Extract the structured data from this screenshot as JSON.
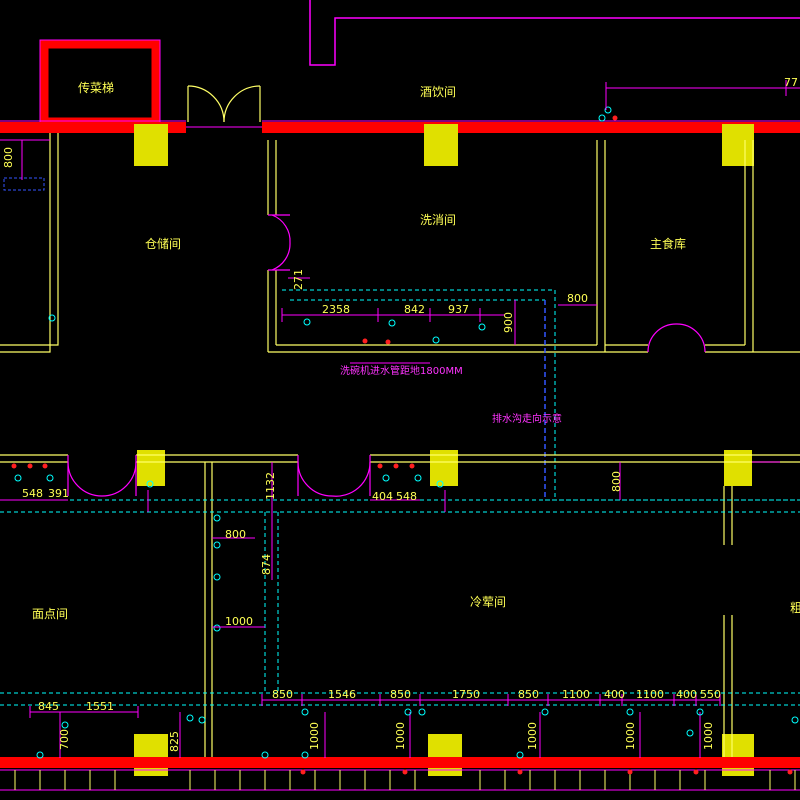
{
  "colors": {
    "background": "#000000",
    "wall": "#ff0000",
    "wall_outline": "#ff00ff",
    "column": "#e0e000",
    "partition": "#ffff66",
    "dimension": "#ff00ff",
    "pipe": "#00ffff",
    "pipe_blue": "#3355ff",
    "fixture_red": "#ff2020",
    "fixture_cyan": "#00ffff",
    "text": "#ffff55"
  },
  "rooms": {
    "chuancaichu": "传菜梯",
    "cangkujian": "仓储间",
    "jiuyinjian": "酒饮间",
    "xishoujian": "洗消间",
    "zhushiku": "主食库",
    "mianjian": "面点间",
    "xuanjian": "冷荤间",
    "right_edge": "粗"
  },
  "dimensions": {
    "d800_left": "800",
    "d2358": "2358",
    "d842": "842",
    "d937": "937",
    "d900_mid": "900",
    "d800_top_right": "800",
    "d271": "271",
    "d77": "77",
    "d548_left": "548",
    "d391": "391",
    "d1132": "1132",
    "d404": "404",
    "d548_mid": "548",
    "d800_right": "800",
    "d800_mid": "800",
    "d874": "874",
    "d1000_mid": "1000",
    "b850a": "850",
    "b1546": "1546",
    "b850b": "850",
    "b1750": "1750",
    "b850c": "850",
    "b1100a": "1100",
    "b400a": "400",
    "b1100b": "1100",
    "b400b": "400",
    "b550": "550",
    "b1551": "1551",
    "b845": "845",
    "b700": "700",
    "b825": "825",
    "v1000a": "1000",
    "v1000b": "1000",
    "v1000c": "1000",
    "v1000d": "1000",
    "v1000e": "1000"
  },
  "notes": {
    "pipe_note": "洗碗机进水管距地1800MM",
    "drain_note": "排水沟走向示意"
  }
}
